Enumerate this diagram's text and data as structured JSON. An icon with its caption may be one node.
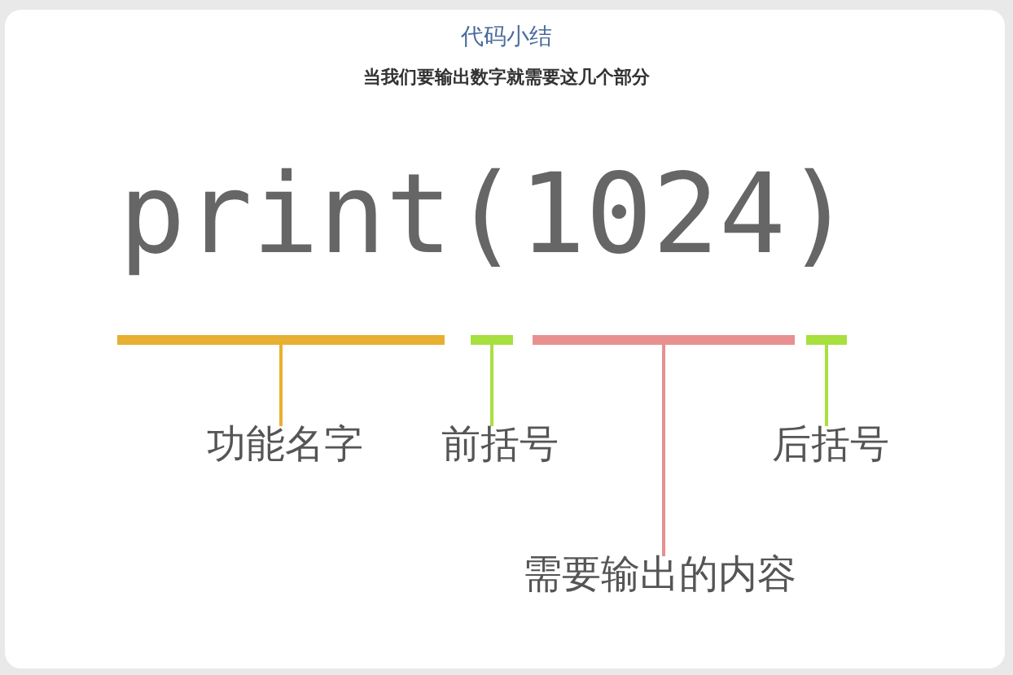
{
  "diagram": {
    "title": "代码小结",
    "nodes": [
      {
        "text": [],
        "shape": "bar"
      },
      {
        "text": [],
        "shape": "bar"
      },
      {
        "text": [],
        "shape": "bar"
      },
      {
        "text": [],
        "shape": "bar"
      },
      {
        "text": [
          "功能名字"
        ]
      },
      {
        "text": [
          "前括号"
        ]
      },
      {
        "text": [
          "后括号"
        ]
      },
      {
        "text": [
          "需要输出的内容"
        ]
      }
    ],
    "edges": [
      {
        "from": 4,
        "to": 0,
        "arrow": "none",
        "color": "#e8b030"
      },
      {
        "from": 5,
        "to": 1,
        "arrow": "none"
      },
      {
        "from": 7,
        "to": 2,
        "arrow": "none",
        "color": "#e89090"
      },
      {
        "from": 6,
        "to": 3,
        "arrow": "none"
      }
    ],
    "labels": [
      "当我们要输出数字就需要这几个部分",
      "print(1024)"
    ]
  }
}
